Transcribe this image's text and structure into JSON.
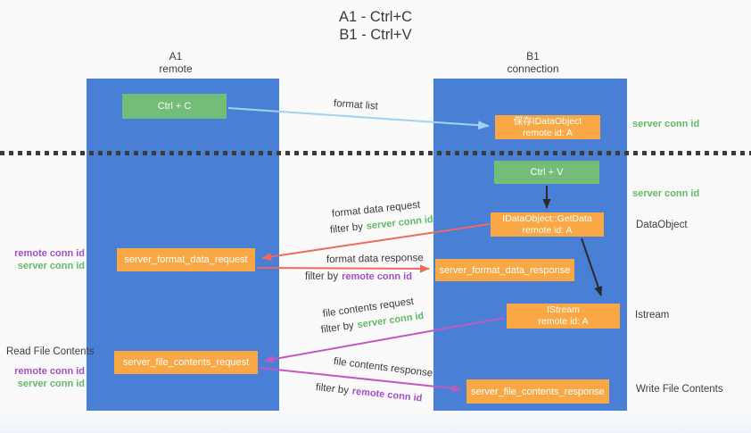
{
  "title": {
    "line1": "A1 - Ctrl+C",
    "line2": "B1 - Ctrl+V"
  },
  "columns": {
    "a1": {
      "name": "A1",
      "subtitle": "remote"
    },
    "b1": {
      "name": "B1",
      "subtitle": "connection"
    }
  },
  "nodes": {
    "ctrl_c": {
      "label": "Ctrl + C"
    },
    "ctrl_v": {
      "label": "Ctrl + V"
    },
    "save_dataobject": {
      "line1": "保存IDataObject",
      "line2": "remote id: A"
    },
    "getdata": {
      "line1": "IDataObject::GetData",
      "line2": "remote id: A"
    },
    "istream": {
      "line1": "IStream",
      "line2": "remote id: A"
    },
    "format_request": {
      "label": "server_format_data_request"
    },
    "format_response": {
      "label": "server_format_data_response"
    },
    "file_request": {
      "label": "server_file_contents_request"
    },
    "file_response": {
      "label": "server_file_contents_response"
    }
  },
  "arrow_labels": {
    "format_list": "format list",
    "format_data_request": "format data request",
    "format_data_response": "format data response",
    "file_contents_request": "file contents request",
    "file_contents_response": "file contents response",
    "filter_prefix": "filter by",
    "server_conn_id": "server conn id",
    "remote_conn_id": "remote conn id"
  },
  "side_labels": {
    "left_format_remote": "remote conn id",
    "left_format_server": "server conn id",
    "read_file_contents": "Read File Contents",
    "left_file_remote": "remote conn id",
    "left_file_server": "server conn id",
    "right_server_conn_top": "server conn id",
    "right_server_conn_mid": "server conn id",
    "dataobject": "DataObject",
    "istream": "Istream",
    "write_file_contents": "Write File Contents"
  },
  "colors": {
    "column_blue": "#4a7fd6",
    "box_green": "#74bd78",
    "box_orange": "#f9a845",
    "text_green": "#62b966",
    "text_purple": "#a64ec6",
    "arrow_red": "#ec6a5e",
    "arrow_magenta": "#c558c0",
    "arrow_lightblue": "#a5d2ee",
    "arrow_black": "#2b2b2b"
  }
}
